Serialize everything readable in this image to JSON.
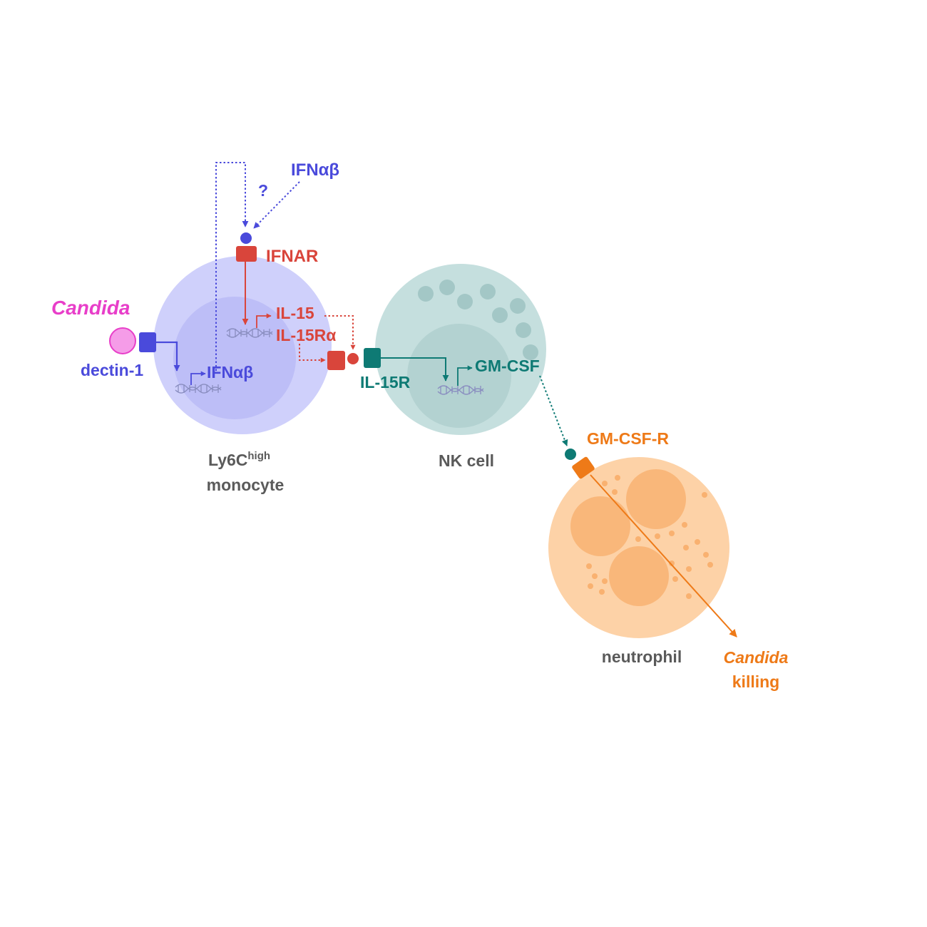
{
  "labels": {
    "candida": "Candida",
    "dectin1": "dectin-1",
    "ifn_extracellular": "IFNαβ",
    "question_mark": "?",
    "ifnar": "IFNAR",
    "il15": "IL-15",
    "il15ra": "IL-15Rα",
    "ifn_gene": "IFNαβ",
    "il15r": "IL-15R",
    "gmcsf": "GM-CSF",
    "gmcsfr": "GM-CSF-R",
    "monocyte_name_main": "Ly6C",
    "monocyte_name_sup": "high",
    "monocyte_name_line2": "monocyte",
    "nk_cell": "NK cell",
    "neutrophil": "neutrophil",
    "candida_killing_line1": "Candida",
    "candida_killing_line2": "killing"
  },
  "colors": {
    "blue": "#4a4adb",
    "red": "#d9453b",
    "teal": "#0e7a74",
    "orange": "#ee7a18",
    "magenta": "#e83ec9",
    "grey_text": "#5a5a5a",
    "monocyte_outer": "#cfd0fb",
    "monocyte_inner": "#bdbef7",
    "nk_outer": "#c5dfde",
    "nk_inner": "#b3d2d1",
    "nk_granule": "#a3c7c6",
    "neutrophil_outer": "#fdd2a7",
    "neutrophil_lobe": "#f9b77a",
    "neutrophil_granule": "#f9b170",
    "dna": "#8a8ec0"
  }
}
